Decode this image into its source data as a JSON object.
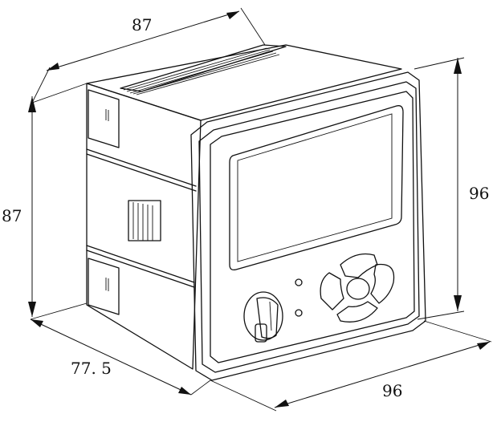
{
  "dimensions": {
    "top_depth": "87",
    "left_height": "87",
    "bottom_depth": "77. 5",
    "front_height": "96",
    "front_width": "96"
  },
  "colors": {
    "line": "#111111",
    "background": "#ffffff"
  },
  "icons": [
    "arrow-up-icon",
    "arrow-down-icon",
    "arrow-left-icon",
    "arrow-right-icon",
    "center-button-icon",
    "rotary-switch-icon"
  ]
}
